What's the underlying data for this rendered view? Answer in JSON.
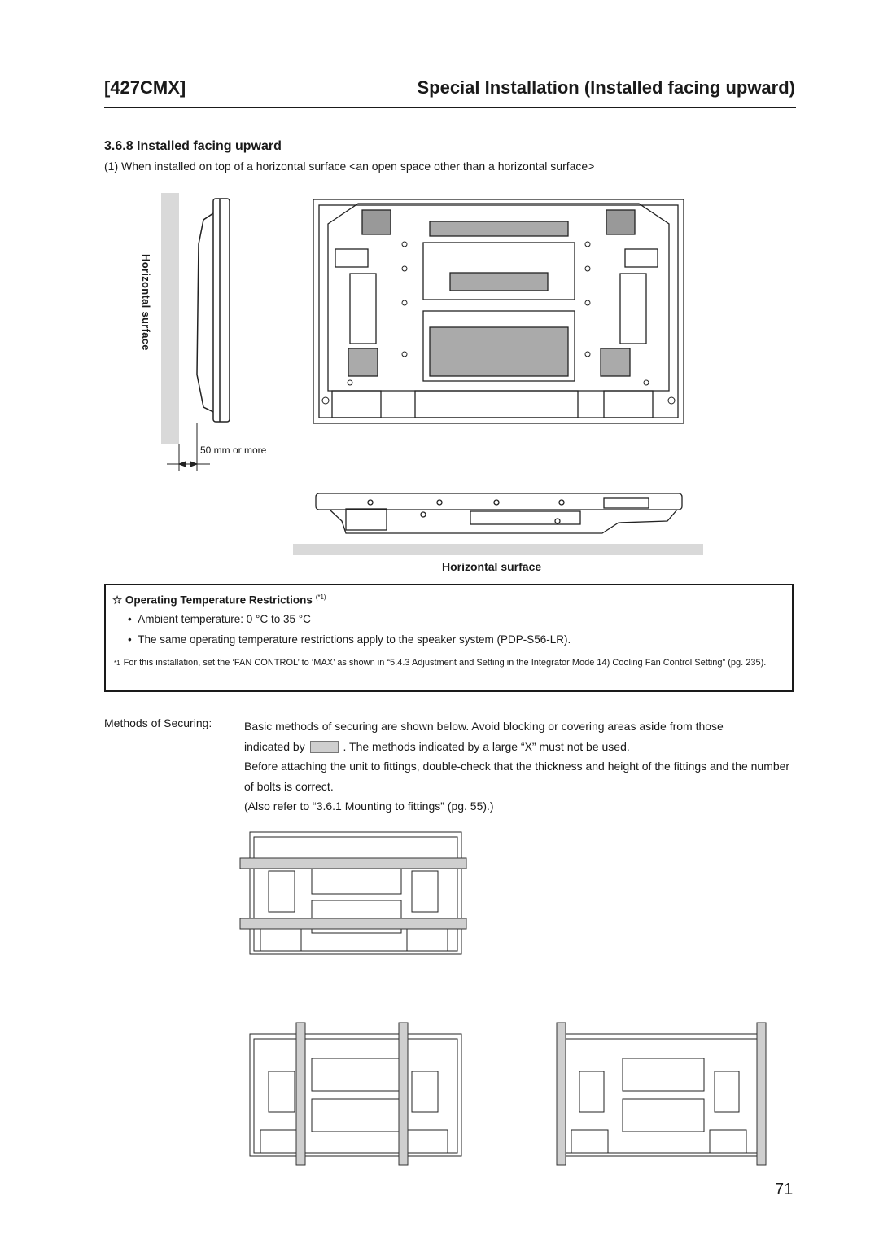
{
  "header": {
    "model": "[427CMX]",
    "title": "Special Installation (Installed facing upward)"
  },
  "section": {
    "heading": "3.6.8 Installed facing upward",
    "intro": "(1) When installed on top of a horizontal surface <an open space other than a horizontal surface>"
  },
  "figure": {
    "side_label": "Horizontal surface",
    "clearance_label": "50 mm or more",
    "bottom_label": "Horizontal surface"
  },
  "note": {
    "title": "Operating Temperature Restrictions",
    "title_mark": "(*1)",
    "star_icon": "star-outline-icon",
    "bullet1": "Ambient temperature:  0 °C  to 35 °C",
    "bullet2": "The same operating temperature restrictions apply to the speaker system (PDP-S56-LR).",
    "footnote_mark": "*1",
    "footnote": "For this installation, set the ‘FAN CONTROL’ to ‘MAX’ as shown in “5.4.3 Adjustment and Setting in the Integrator Mode 14) Cooling Fan Control Setting” (pg. 235)."
  },
  "methods": {
    "label": "Methods of Securing:",
    "line1": "Basic methods of securing are shown below. Avoid blocking or covering areas aside from those",
    "line2a": "indicated by",
    "line2b": ". The methods indicated by a large “X” must not be used.",
    "line3": "Before attaching the unit to fittings, double-check that the thickness and height of the fittings and the number of bolts is correct.",
    "line4": "(Also refer to “3.6.1 Mounting to fittings” (pg. 55).)"
  },
  "page_number": "71",
  "colors": {
    "text": "#1a1a1a",
    "surface_gray": "#d9d9d9",
    "fitting_gray": "#cfcfcf"
  }
}
